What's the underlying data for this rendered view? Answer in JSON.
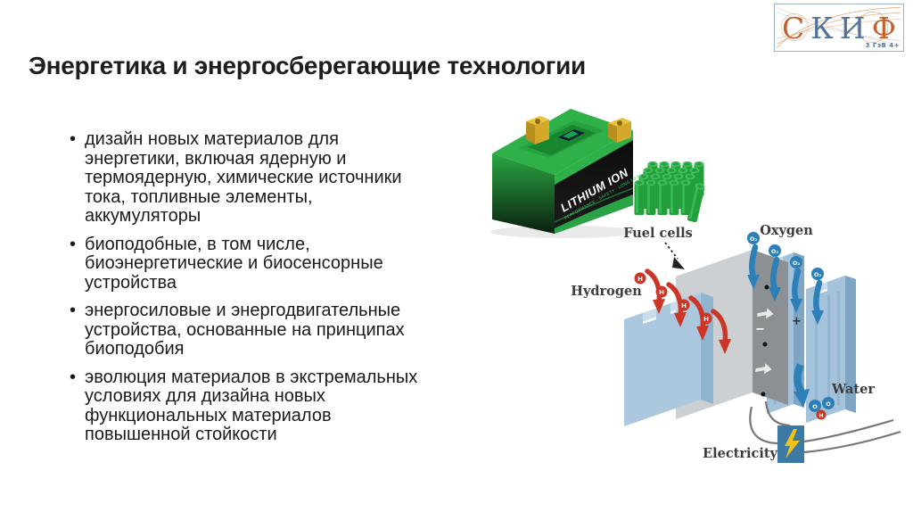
{
  "slide": {
    "title": "Энергетика и энергосберегающие технологии",
    "bullet_marker": "•",
    "bullets": [
      "дизайн новых материалов для\nэнергетики, включая ядерную и\nтермоядерную, химические источники\nтока, топливные элементы,\nаккумуляторы",
      "биоподобные, в том числе,\nбиоэнергетические и биосенсорные\nустройства",
      "энергосиловые и энергодвигательные\nустройства, основанные на принципах\nбиоподобия",
      "эволюция материалов в экстремальных\nусловиях для дизайна новых\nфункциональных материалов\nповышенной стойкости"
    ]
  },
  "logo": {
    "letters": [
      {
        "ch": "С"
      },
      {
        "ch": "К"
      },
      {
        "ch": "И"
      },
      {
        "ch": "Ф"
      }
    ],
    "subtext": "3 ГэВ 4+",
    "colors": {
      "orange": "#C2622F",
      "blue": "#51749C",
      "border": "#9DB3C8"
    }
  },
  "battery": {
    "brand": "LITHIUM ION",
    "tagline": "PERFORMANCE · SAFETY · LONG LIFE"
  },
  "diagram": {
    "labels": {
      "fuel_cells": "Fuel cells",
      "hydrogen": "Hydrogen",
      "oxygen": "Oxygen",
      "water": "Water",
      "electricity": "Electricity"
    },
    "symbols": {
      "h": "H",
      "o": "O",
      "o2": "O₂",
      "plus": "+",
      "minus": "−"
    },
    "colors": {
      "hydrogen_arrow": "#CC3627",
      "oxygen_arrow": "#2D7FB8",
      "plate_blue": "#A9C7DE",
      "membrane_gray": "#8D9092",
      "electricity_box": "#3D7AA3",
      "bolt_yellow": "#F2C21C",
      "battery_green": "#2FB14A"
    }
  }
}
